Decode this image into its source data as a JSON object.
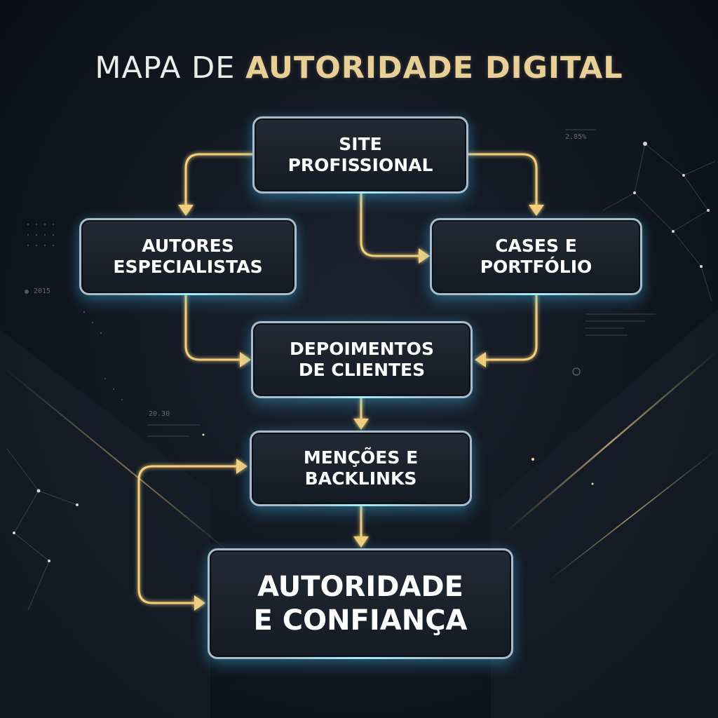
{
  "title": {
    "part1": "MAPA DE ",
    "part2": "AUTORIDADE DIGITAL"
  },
  "nodes": {
    "site": {
      "line1": "SITE",
      "line2": "PROFISSIONAL"
    },
    "autores": {
      "line1": "AUTORES",
      "line2": "ESPECIALISTAS"
    },
    "cases": {
      "line1": "CASES E",
      "line2": "PORTFÓLIO"
    },
    "depoimentos": {
      "line1": "DEPOIMENTOS",
      "line2": "DE CLIENTES"
    },
    "mencoes": {
      "line1": "MENÇÕES E",
      "line2": "BACKLINKS"
    },
    "autoridade": {
      "line1": "AUTORIDADE",
      "line2": "E CONFIANÇA"
    }
  },
  "decor": {
    "top_right_value": "2.85%",
    "left_year": "2015",
    "left_value": "20.30"
  },
  "colors": {
    "arrow": "#f3cf7a",
    "node_border": "#a9bccb",
    "node_glow": "#5fd2ff",
    "title_accent": "#e7cf96"
  }
}
